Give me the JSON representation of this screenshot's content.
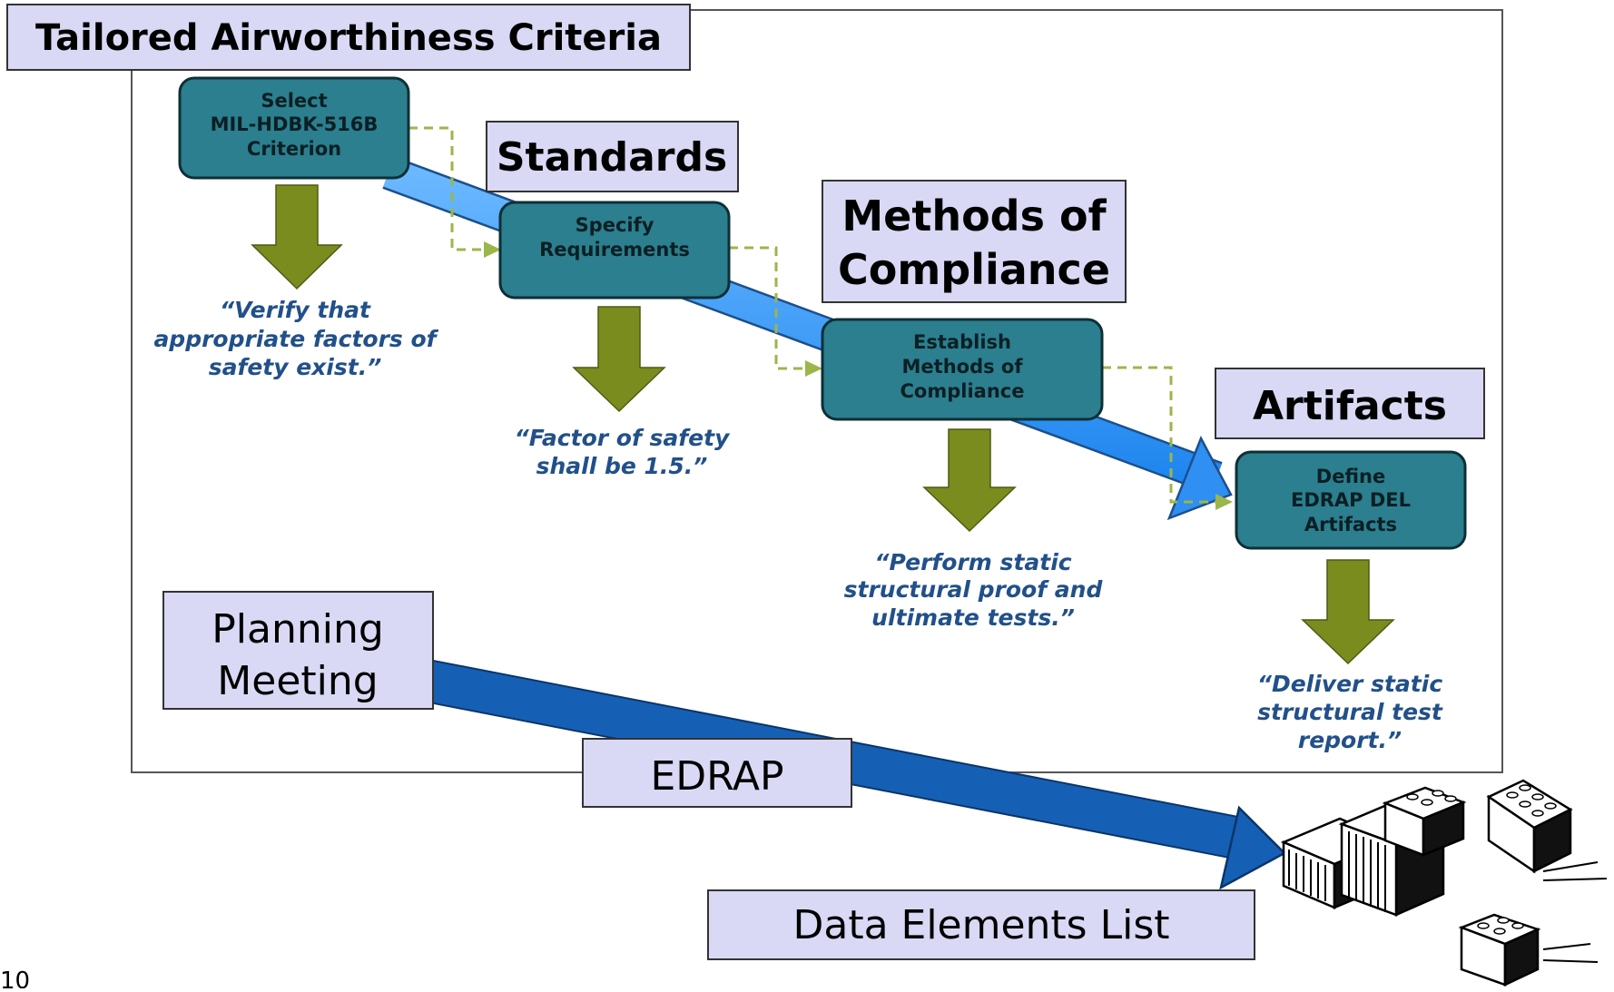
{
  "header": {
    "title": "Tailored Airworthiness Criteria"
  },
  "labels": {
    "standards": "Standards",
    "methods_line1": "Methods of",
    "methods_line2": "Compliance",
    "artifacts": "Artifacts",
    "planning_line1": "Planning",
    "planning_line2": "Meeting",
    "edrap": "EDRAP",
    "data_elements": "Data Elements List"
  },
  "steps": [
    {
      "lines": [
        "Select",
        "MIL-HDBK-516B",
        "Criterion"
      ]
    },
    {
      "lines": [
        "Specify",
        "Requirements"
      ]
    },
    {
      "lines": [
        "Establish",
        "Methods of",
        "Compliance"
      ]
    },
    {
      "lines": [
        "Define",
        "EDRAP DEL",
        "Artifacts"
      ]
    }
  ],
  "quotes": [
    {
      "lines": [
        "“Verify that",
        "appropriate factors of",
        "safety exist.”"
      ]
    },
    {
      "lines": [
        "“Factor of safety",
        "shall be 1.5.”"
      ]
    },
    {
      "lines": [
        "“Perform static",
        "structural proof and",
        "ultimate tests.”"
      ]
    },
    {
      "lines": [
        "“Deliver static",
        "structural test",
        "report.”"
      ]
    }
  ],
  "icons": {
    "building_blocks": "building-blocks-icon"
  },
  "page_number": "10"
}
